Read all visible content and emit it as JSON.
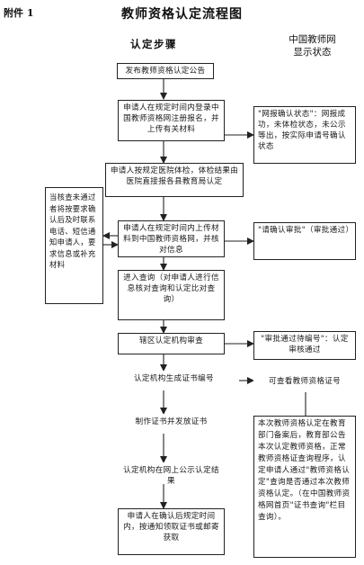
{
  "header": {
    "attachment": "附件 1",
    "title": "教师资格认定流程图"
  },
  "columns": {
    "left_title": "认定步骤",
    "right_title_line1": "中国教师网",
    "right_title_line2": "显示状态"
  },
  "steps": {
    "s1": "发布教师资格认定公告",
    "s2": "申请人在规定时间内登录中国教师资格网注册报名，并上传有关材料",
    "s3": "申请人按规定医院体检，体检结果由医院直接报各县教育局认定",
    "s4": "申请人在规定时间内上传材料到中国教师资格网，并核对信息",
    "s5": "进入查询（对申请人进行信息核对查询和认定比对查询）",
    "s6": "辖区认定机构审查",
    "s7": "认定机构生成证书编号",
    "s8": "制作证书并发放证书",
    "s9": "认定机构在网上公示认定结果",
    "s10": "申请人在确认后规定时间内，按通知领取证书或邮寄获取"
  },
  "side_note": "当核查未通过者将按要求确认后及时联系电话、短信通知申请人，要求信息或补充材料",
  "status": {
    "r1": "\"网报确认状态\"：网报成功，未体检状态，未公示等出，按实际申请号确认状态",
    "r2": "\"请确认审批\"（审批通过）",
    "r3": "\"审批通过待编号\"：认定审核通过",
    "r4": "可查看教师资格证号",
    "r5": "本次教师资格认定在教育部门备案后，教育部公告本次认定教师资格，正常教师资格证查询程序，认定申请人通过\"教师资格认定\"查询是否通过本次教师资格认定。（在中国教师资格网首页\"证书查询\"栏目查询）。"
  }
}
